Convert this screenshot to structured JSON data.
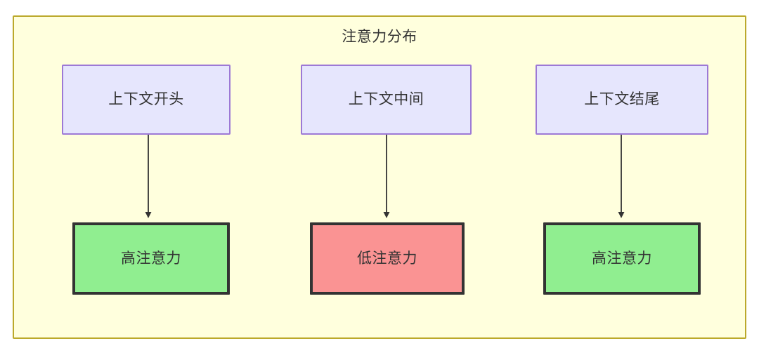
{
  "diagram": {
    "title": "注意力分布",
    "background_color": "#ffffdd",
    "border_color": "#bba92b",
    "columns": [
      {
        "context_label": "上下文开头",
        "attention_label": "高注意力",
        "attention_level": "high",
        "attention_color": "#90ee90",
        "context_color": "#e6e6fd"
      },
      {
        "context_label": "上下文中间",
        "attention_label": "低注意力",
        "attention_level": "low",
        "attention_color": "#fa9393",
        "context_color": "#e6e6fd"
      },
      {
        "context_label": "上下文结尾",
        "attention_label": "高注意力",
        "attention_level": "high",
        "attention_color": "#90ee90",
        "context_color": "#e6e6fd"
      }
    ],
    "edges": [
      {
        "from": "上下文开头",
        "to": "高注意力"
      },
      {
        "from": "上下文中间",
        "to": "低注意力"
      },
      {
        "from": "上下文结尾",
        "to": "高注意力"
      }
    ]
  }
}
